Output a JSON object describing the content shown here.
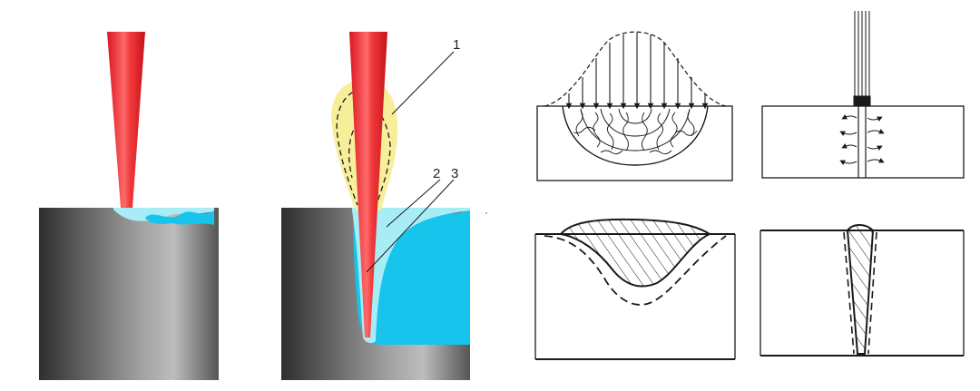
{
  "labels": {
    "one": "1",
    "two": "2",
    "three": "3"
  },
  "colors": {
    "beam_red": "#e8202a",
    "beam_highlight": "#ff8a8a",
    "plume_yellow": "#f7ee9a",
    "melt_cyan": "#16c4ec",
    "melt_light": "#a8ecf6",
    "line": "#1a1a1a"
  }
}
